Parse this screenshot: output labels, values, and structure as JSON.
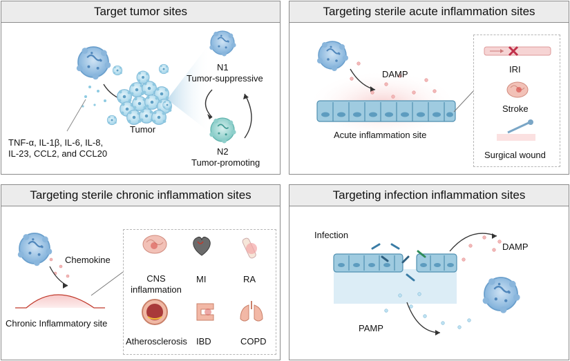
{
  "panels": {
    "tumor": {
      "title": "Target tumor sites",
      "tumor_label": "Tumor",
      "n1_label": "N1",
      "n1_desc": "Tumor-suppressive",
      "n2_label": "N2",
      "n2_desc": "Tumor-promoting",
      "cytokines_line1": "TNF-α, IL-1β, IL-6, IL-8,",
      "cytokines_line2": "IL-23, CCL2, and CCL20"
    },
    "acute": {
      "title": "Targeting sterile acute inflammation sites",
      "damp_label": "DAMP",
      "site_label": "Acute inflammation site",
      "examples": [
        "IRI",
        "Stroke",
        "Surgical wound"
      ]
    },
    "chronic": {
      "title": "Targeting sterile chronic inflammation sites",
      "chemokine_label": "Chemokine",
      "site_label": "Chronic Inflammatory site",
      "diseases": [
        "CNS inflammation",
        "MI",
        "RA",
        "Atherosclerosis",
        "IBD",
        "COPD"
      ]
    },
    "infection": {
      "title": "Targeting infection inflammation sites",
      "infection_label": "Infection",
      "damp_label": "DAMP",
      "pamp_label": "PAMP"
    }
  },
  "colors": {
    "neutrophil": "#8ab6dc",
    "tumor_cell": "#a9d7ea",
    "n2_cell": "#8ecfcb",
    "epithelium": "#6aa6c4",
    "inflammation": "#f1b9b9",
    "header_bg": "#ececec"
  }
}
